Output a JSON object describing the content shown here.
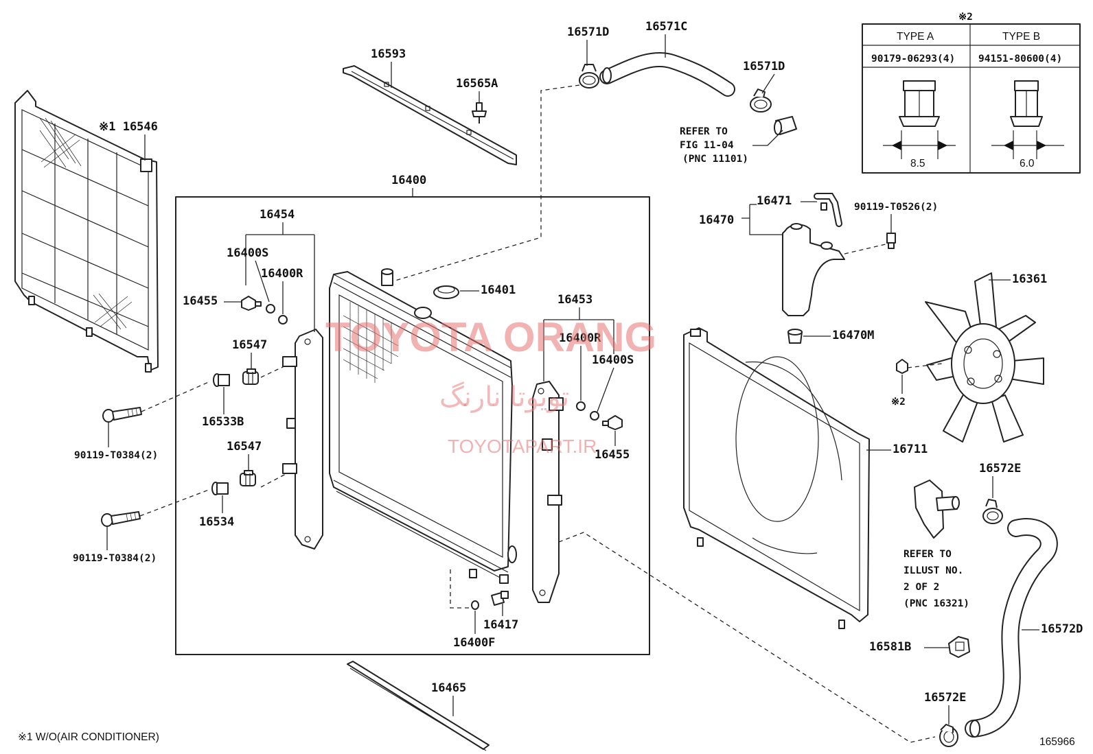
{
  "diagram": {
    "labels": {
      "p16546": "※1 16546",
      "p16593": "16593",
      "p16565A": "16565A",
      "p16571D_top": "16571D",
      "p16571C": "16571C",
      "p16571D_right": "16571D",
      "refer_fig_1": "REFER TO",
      "refer_fig_2": "FIG 11-04",
      "refer_fig_3": "(PNC 11101)",
      "p16400": "16400",
      "p16454": "16454",
      "p16400S_left": "16400S",
      "p16400R_left": "16400R",
      "p16455_left": "16455",
      "p16401": "16401",
      "p16547_top": "16547",
      "p16533B": "16533B",
      "bolt_top": "90119-T0384(2)",
      "p16547_bottom": "16547",
      "p16534": "16534",
      "bolt_bottom": "90119-T0384(2)",
      "p16453": "16453",
      "p16400R_right": "16400R",
      "p16400S_right": "16400S",
      "p16455_right": "16455",
      "p16417": "16417",
      "p16400F": "16400F",
      "p16465": "16465",
      "p16471": "16471",
      "p16470": "16470",
      "bolt_reservoir": "90119-T0526(2)",
      "p16470M": "16470M",
      "p16361": "16361",
      "note2_fan": "※2",
      "p16711": "16711",
      "p16572E_top": "16572E",
      "refer_illust_1": "REFER TO",
      "refer_illust_2": "ILLUST NO.",
      "refer_illust_3": "2 OF 2",
      "refer_illust_4": "(PNC 16321)",
      "p16572D": "16572D",
      "p16581B": "16581B",
      "p16572E_bottom": "16572E",
      "footnote": "※1  W/O(AIR CONDITIONER)",
      "figure_number": "165966"
    },
    "nut_table": {
      "note": "※2",
      "type_a": {
        "header": "TYPE A",
        "part_no": "90179-06293(4)",
        "dimension": "8.5"
      },
      "type_b": {
        "header": "TYPE B",
        "part_no": "94151-80600(4)",
        "dimension": "6.0"
      }
    },
    "watermark": {
      "brand": "TOYOTA ORANG",
      "persian": "تویوتا نارنگ",
      "site": "TOYOTAPART.IR",
      "color": "#e57373"
    }
  }
}
